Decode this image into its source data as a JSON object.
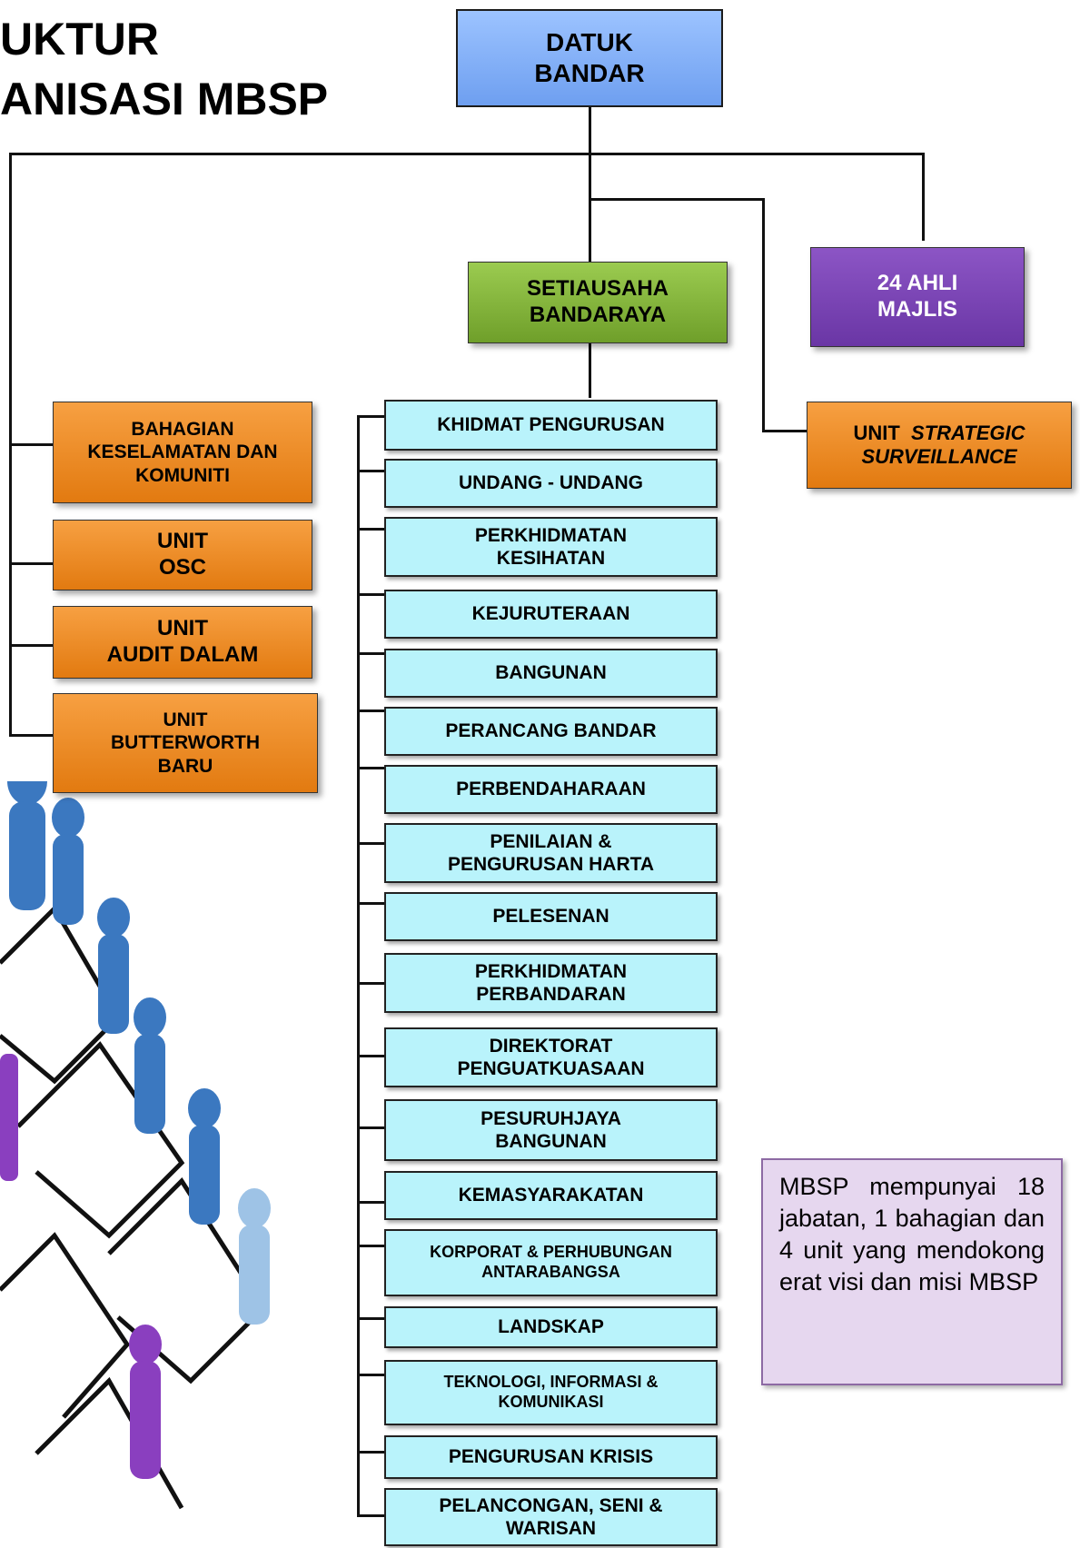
{
  "title": {
    "line1": "UKTUR",
    "line2": "ANISASI MBSP"
  },
  "top": {
    "line1": "DATUK",
    "line2": "BANDAR"
  },
  "setiausaha": {
    "line1": "SETIAUSAHA",
    "line2": "BANDARAYA"
  },
  "ahli": {
    "line1": "24 AHLI",
    "line2": "MAJLIS"
  },
  "unit_strategic": {
    "prefix": "UNIT",
    "italic_line1": "STRATEGIC",
    "italic_line2": "SURVEILLANCE"
  },
  "left_units": [
    {
      "line1": "BAHAGIAN",
      "line2": "KESELAMATAN DAN",
      "line3": "KOMUNITI"
    },
    {
      "line1": "UNIT",
      "line2": "OSC"
    },
    {
      "line1": "UNIT",
      "line2": "AUDIT DALAM"
    },
    {
      "line1": "UNIT",
      "line2": "BUTTERWORTH",
      "line3": "BARU"
    }
  ],
  "departments": [
    {
      "line1": "KHIDMAT PENGURUSAN"
    },
    {
      "line1": "UNDANG - UNDANG"
    },
    {
      "line1": "PERKHIDMATAN",
      "line2": "KESIHATAN"
    },
    {
      "line1": "KEJURUTERAAN"
    },
    {
      "line1": "BANGUNAN"
    },
    {
      "line1": "PERANCANG BANDAR"
    },
    {
      "line1": "PERBENDAHARAAN"
    },
    {
      "line1": "PENILAIAN &",
      "line2": "PENGURUSAN HARTA"
    },
    {
      "line1": "PELESENAN"
    },
    {
      "line1": "PERKHIDMATAN",
      "line2": "PERBANDARAN"
    },
    {
      "line1": "DIREKTORAT",
      "line2": "PENGUATKUASAAN"
    },
    {
      "line1": "PESURUHJAYA",
      "line2": "BANGUNAN"
    },
    {
      "line1": "KEMASYARAKATAN"
    },
    {
      "line1": "KORPORAT & PERHUBUNGAN",
      "line2": "ANTARABANGSA"
    },
    {
      "line1": "LANDSKAP"
    },
    {
      "line1": "TEKNOLOGI, INFORMASI &",
      "line2": "KOMUNIKASI"
    },
    {
      "line1": "PENGURUSAN KRISIS"
    },
    {
      "line1": "PELANCONGAN, SENI &",
      "line2": "WARISAN"
    }
  ],
  "note": {
    "text": "MBSP mempunyai 18 jabatan, 1 bahagian dan 4 unit yang mendokong erat visi dan misi MBSP"
  },
  "colors": {
    "top_box": "#7aa9f5",
    "secretary_box": "#86b83c",
    "council_box": "#7a45b5",
    "unit_box": "#f08c25",
    "department_box": "#b9f3fb",
    "note_box": "#e6d7ef"
  }
}
